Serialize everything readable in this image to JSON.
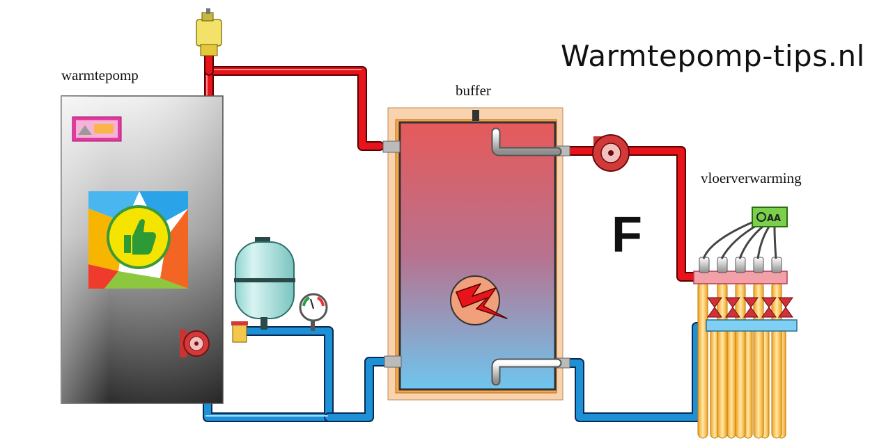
{
  "brand": {
    "text": "Warmtepomp-tips.nl"
  },
  "labels": {
    "heat_pump": "warmtepomp",
    "buffer": "buffer",
    "floor_heating": "vloerverwarming",
    "marker": "F"
  },
  "colors": {
    "supply_pipe": "#e8141b",
    "return_pipe": "#1e90d6",
    "buffer_top": "#e65a5a",
    "buffer_bottom": "#6fc3ee",
    "buffer_insulation": "#f7a64a",
    "heat_pump_body": "#bdbdbd",
    "pump_red": "#d23a3a",
    "valve_yellow": "#f3e26a"
  },
  "icons": {
    "heat_pump_screen": "thumbs-up-icon",
    "buffer_element": "electric-heater-icon",
    "controller": "thermostat-controller-icon"
  }
}
